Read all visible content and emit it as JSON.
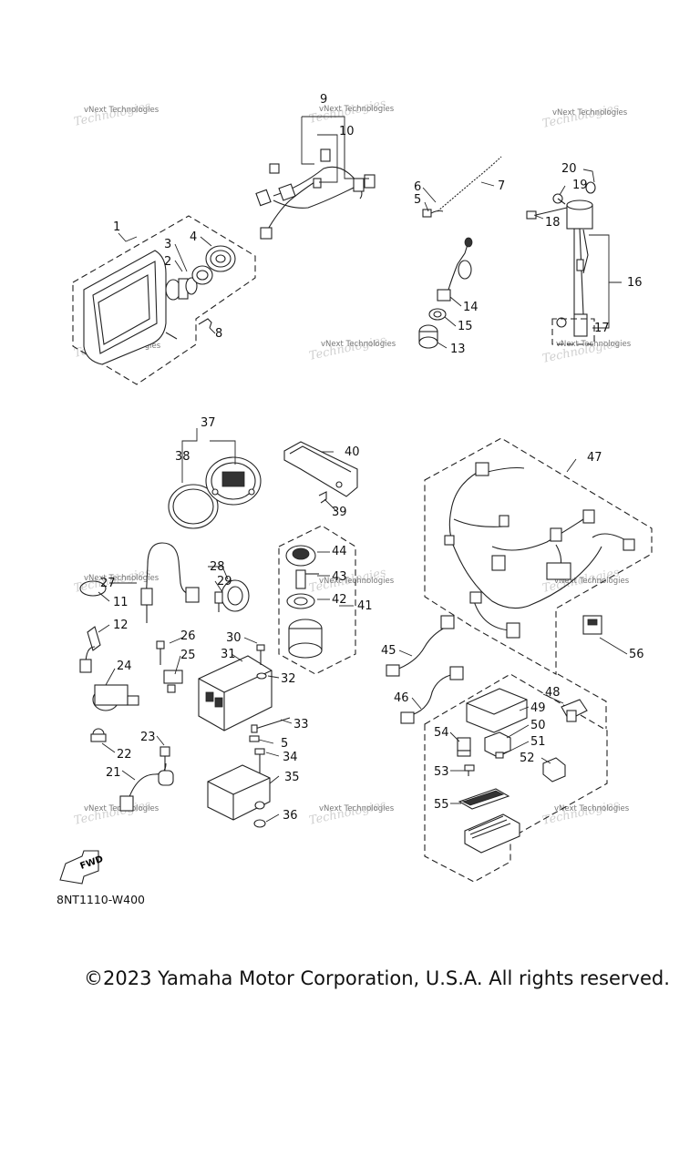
{
  "diagram": {
    "part_numbers": [
      "1",
      "2",
      "3",
      "4",
      "5",
      "6",
      "7",
      "8",
      "9",
      "10",
      "11",
      "12",
      "13",
      "14",
      "15",
      "16",
      "17",
      "18",
      "19",
      "20",
      "21",
      "22",
      "23",
      "24",
      "25",
      "26",
      "27",
      "28",
      "29",
      "30",
      "31",
      "32",
      "33",
      "5",
      "34",
      "35",
      "36",
      "37",
      "38",
      "39",
      "40",
      "41",
      "42",
      "43",
      "44",
      "45",
      "46",
      "47",
      "48",
      "49",
      "50",
      "51",
      "52",
      "53",
      "54",
      "55",
      "56"
    ],
    "watermark_text": "vNext Technologies",
    "direction_label": "FWD",
    "drawing_code": "8NT1110-W400"
  },
  "footer": {
    "copyright": "©2023 Yamaha Motor Corporation, U.S.A. All rights reserved."
  }
}
